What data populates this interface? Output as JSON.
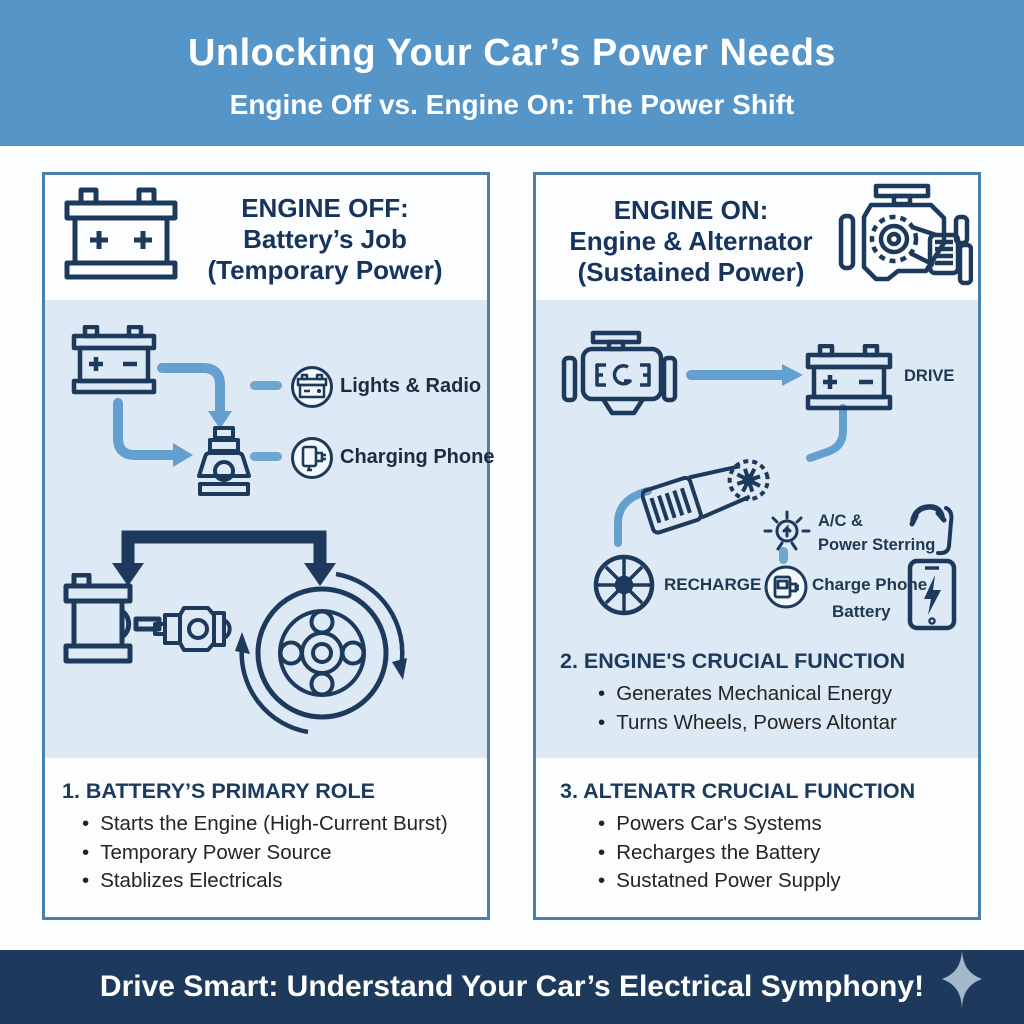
{
  "header": {
    "title": "Unlocking Your Car’s Power Needs",
    "subtitle": "Engine Off vs. Engine On: The Power Shift"
  },
  "left_panel": {
    "heading": [
      "ENGINE OFF:",
      "Battery’s Job",
      "(Temporary Power)"
    ],
    "labels": {
      "lights_radio": "Lights & Radio",
      "charging_phone": "Charging Phone"
    },
    "section1": {
      "heading": "1. BATTERY’S PRIMARY ROLE",
      "bullets": [
        "Starts the Engine (High-Current Burst)",
        "Temporary Power Source",
        "Stablizes Electricals"
      ]
    }
  },
  "right_panel": {
    "heading": [
      "ENGINE ON:",
      "Engine & Alternator",
      "(Sustained Power)"
    ],
    "labels": {
      "drive": "DRIVE",
      "recharge": "RECHARGE",
      "ac_line1": "A/C &",
      "ac_line2": "Power Sterring",
      "charge_phone_line1": "Charge Phone",
      "charge_phone_line2": "Battery"
    },
    "section2": {
      "heading": "2. ENGINE'S CRUCIAL FUNCTION",
      "bullets": [
        "Generates Mechanical Energy",
        "Turns Wheels, Powers Altontar"
      ]
    },
    "section3": {
      "heading": "3. ALTENATR CRUCIAL FUNCTION",
      "bullets": [
        "Powers Car's Systems",
        "Recharges the Battery",
        "Sustatned Power Supply"
      ]
    }
  },
  "footer": {
    "text": "Drive Smart: Understand Your Car’s Electrical Symphony!"
  },
  "colors": {
    "banner_bg": "#5595c8",
    "panel_border": "#4a81ac",
    "panel_band": "#dde9f4",
    "navy": "#1d3a5c",
    "arrow_blue": "#64a0cf",
    "dash_blue": "#6ea6d2",
    "footer_bg": "#1d3a5c",
    "sparkle": "#a3b8cb"
  }
}
